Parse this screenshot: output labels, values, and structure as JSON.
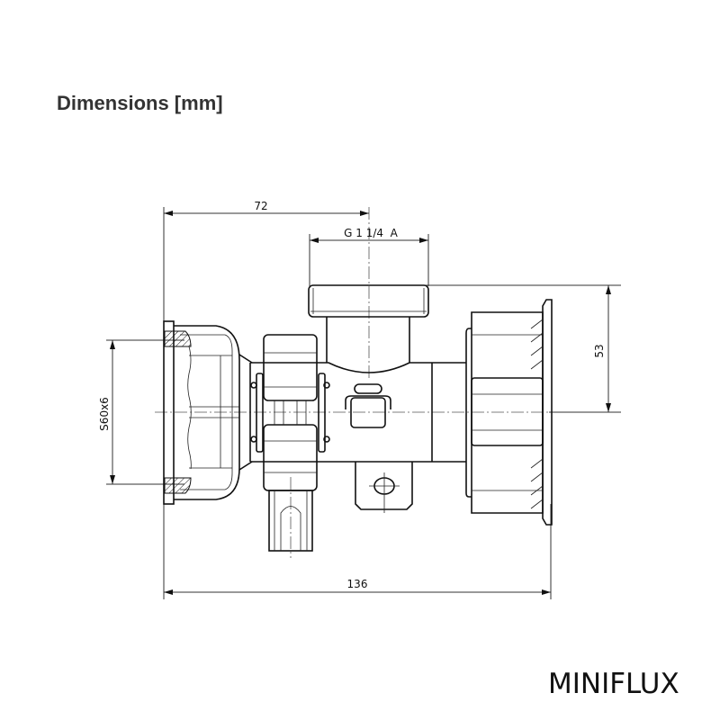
{
  "title": "Dimensions [mm]",
  "product_name": "MINIFLUX",
  "dimensions": {
    "top_length": "72",
    "thread": "G 1 1/4  A",
    "height": "53",
    "pipe_thread": "S60x6",
    "overall_length": "136"
  }
}
